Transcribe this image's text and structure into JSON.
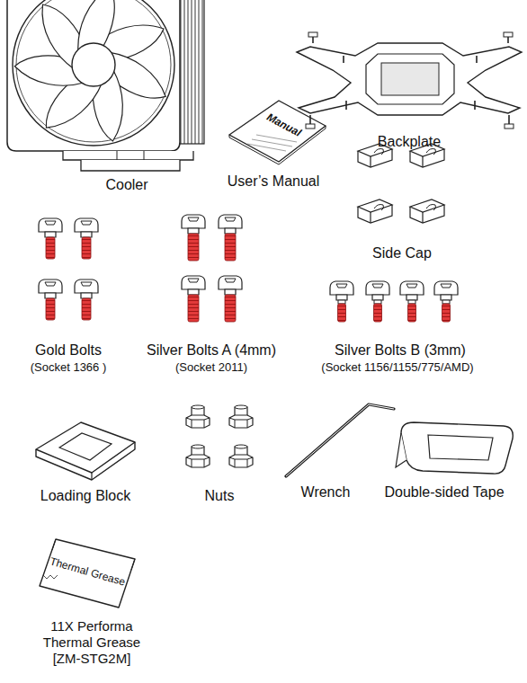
{
  "diagram": {
    "labels": [
      "Cooler",
      "Manual",
      "User’s Manual",
      "Backplate",
      "Side Cap",
      "Gold Bolts",
      "(Socket 1366 )",
      "Silver Bolts A (4mm)",
      "(Socket 2011)",
      "Silver Bolts B (3mm)",
      "(Socket 1156/1155/775/AMD)",
      "Loading Block",
      "Nuts",
      "Wrench",
      "Double-sided Tape",
      "Thermal Grease",
      "11X Performa Thermal Grease [ZM-STG2M]"
    ]
  }
}
